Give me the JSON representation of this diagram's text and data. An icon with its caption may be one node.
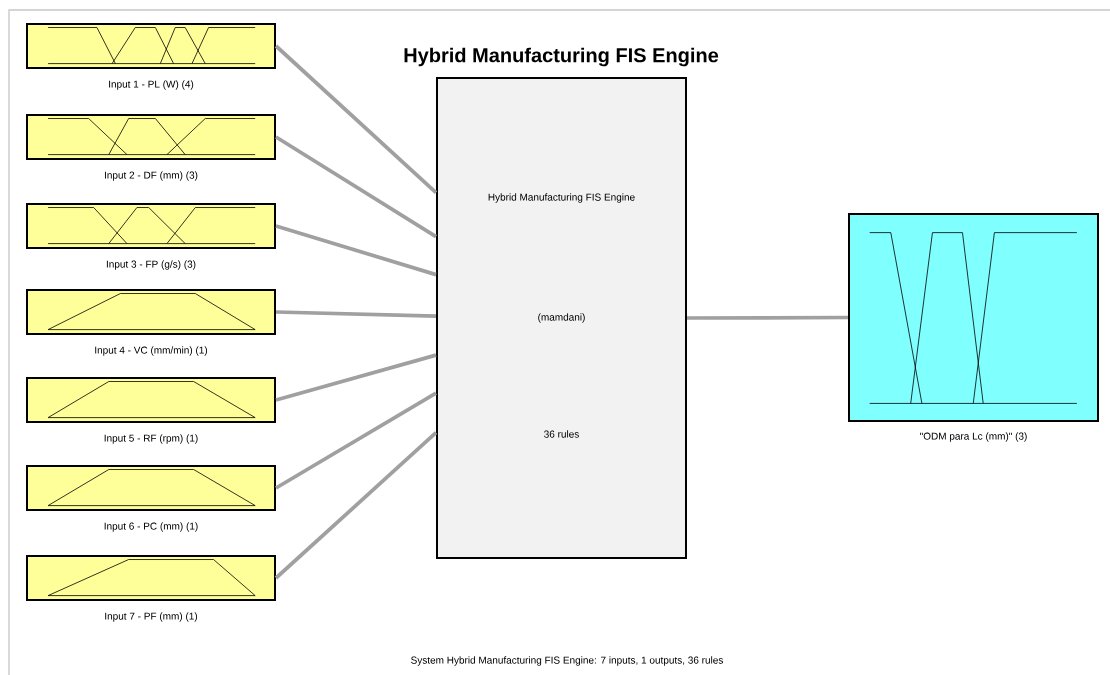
{
  "diagram": {
    "title": "Hybrid Manufacturing FIS Engine",
    "caption": "System Hybrid Manufacturing FIS Engine: 7 inputs, 1 outputs, 36 rules",
    "nodes": [
      {
        "text": [
          "Input 1 - PL (W) (4)"
        ]
      },
      {
        "text": [
          "Input 2 - DF (mm) (3)"
        ]
      },
      {
        "text": [
          "Input 3 - FP (g/s) (3)"
        ]
      },
      {
        "text": [
          "Input 4 - VC (mm/min) (1)"
        ]
      },
      {
        "text": [
          "Input 5 - RF (rpm) (1)"
        ]
      },
      {
        "text": [
          "Input 6 - PC (mm) (1)"
        ]
      },
      {
        "text": [
          "Input 7 - PF (mm) (1)"
        ]
      },
      {
        "text": [
          "Hybrid Manufacturing FIS Engine",
          "(mamdani)",
          "36 rules"
        ]
      },
      {
        "text": [
          "\"ODM para Lc (mm)\" (3)"
        ]
      }
    ],
    "edges": [
      {
        "from": 0,
        "to": 7,
        "arrow": "none"
      },
      {
        "from": 1,
        "to": 7,
        "arrow": "none"
      },
      {
        "from": 2,
        "to": 7,
        "arrow": "none"
      },
      {
        "from": 3,
        "to": 7,
        "arrow": "none"
      },
      {
        "from": 4,
        "to": 7,
        "arrow": "none"
      },
      {
        "from": 5,
        "to": 7,
        "arrow": "none"
      },
      {
        "from": 6,
        "to": 7,
        "arrow": "none"
      },
      {
        "from": 7,
        "to": 8,
        "arrow": "none"
      }
    ]
  }
}
